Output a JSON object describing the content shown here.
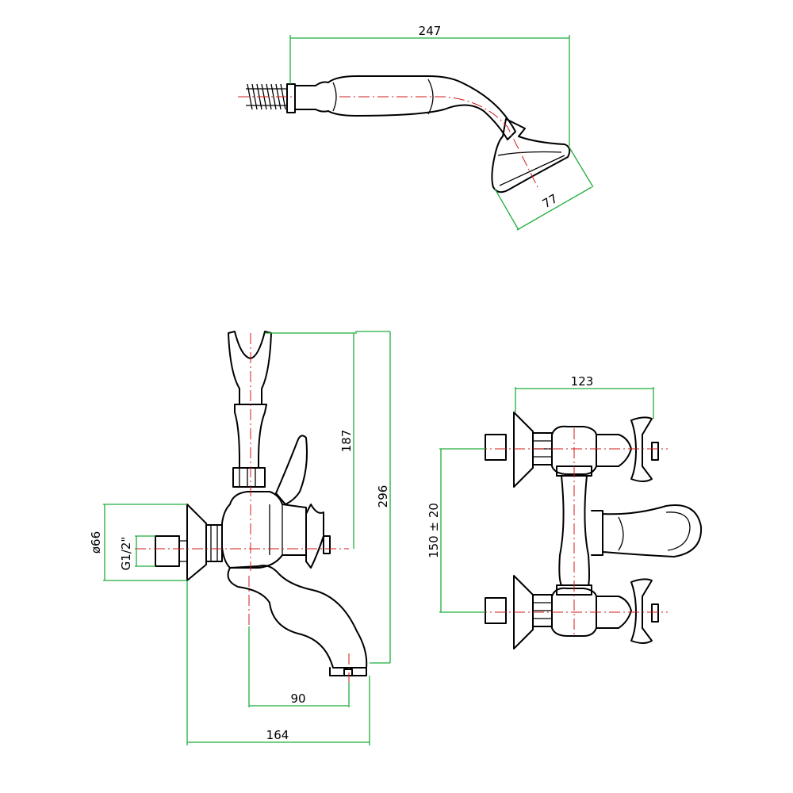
{
  "colors": {
    "outline": "#000000",
    "center_line": "#d21a1a",
    "dimension_line": "#1fae3c"
  },
  "dimensions": {
    "hand_shower_length": "247",
    "shower_head_diameter": "77",
    "holder_height": "187",
    "total_height": "296",
    "flange_diameter": "ø66",
    "connection_thread": "G1/2\"",
    "spout_projection": "90",
    "total_depth": "164",
    "handle_span": "123",
    "inlet_spacing": "150 ± 20"
  }
}
